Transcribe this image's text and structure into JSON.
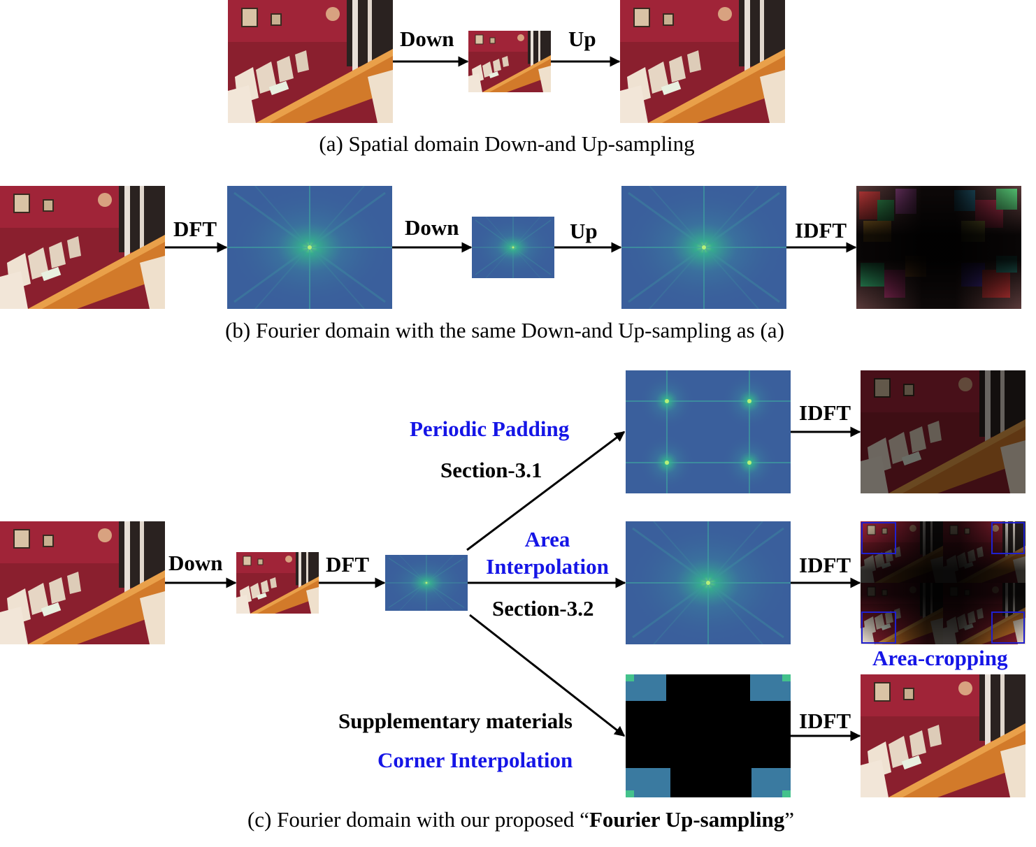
{
  "row_a": {
    "down_label": "Down",
    "up_label": "Up",
    "caption": "(a) Spatial domain Down-and Up-sampling"
  },
  "row_b": {
    "dft_label": "DFT",
    "down_label": "Down",
    "up_label": "Up",
    "idft_label": "IDFT",
    "caption": "(b) Fourier domain with the same Down-and Up-sampling as (a)"
  },
  "row_c": {
    "down_label": "Down",
    "dft_label": "DFT",
    "periodic_padding": "Periodic Padding",
    "section_31": "Section-3.1",
    "area_interpolation_line1": "Area",
    "area_interpolation_line2": "Interpolation",
    "section_32": "Section-3.2",
    "supplementary": "Supplementary materials",
    "corner_interpolation": "Corner Interpolation",
    "idft_label_1": "IDFT",
    "idft_label_2": "IDFT",
    "idft_label_3": "IDFT",
    "area_cropping": "Area-cropping",
    "caption_prefix": "(c) Fourier domain with our proposed “",
    "caption_bold": "Fourier Up-sampling",
    "caption_suffix": "”"
  },
  "colors": {
    "spectrum_bg": "#3a5f9c",
    "spectrum_glow": "#30c28a",
    "highlight_text": "#1515e6",
    "crop_box": "#2020d0"
  }
}
